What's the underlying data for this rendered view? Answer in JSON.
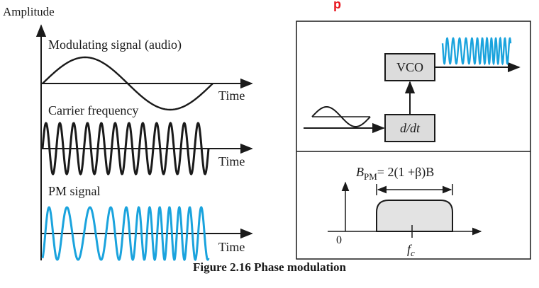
{
  "header_banner": "p",
  "left": {
    "y_axis_label": "Amplitude",
    "panels": [
      {
        "label": "Modulating signal (audio)",
        "axis_label": "Time"
      },
      {
        "label": "Carrier frequency",
        "axis_label": "Time"
      },
      {
        "label": "PM signal",
        "axis_label": "Time"
      }
    ]
  },
  "right_top": {
    "vco_label": "VCO",
    "differentiator_label": "d/dt"
  },
  "right_bottom": {
    "bandwidth_formula": {
      "symbol": "B",
      "subscript": "PM",
      "rest": "= 2(1 +β)B"
    },
    "origin_label": "0",
    "center_label": {
      "symbol": "f",
      "subscript": "c"
    }
  },
  "caption": "Figure 2.16 Phase modulation",
  "colors": {
    "pm_signal": "#1aa3dd",
    "carrier": "#1a1a1a",
    "banner": "#e8171f",
    "band_fill": "#e3e3e3"
  }
}
